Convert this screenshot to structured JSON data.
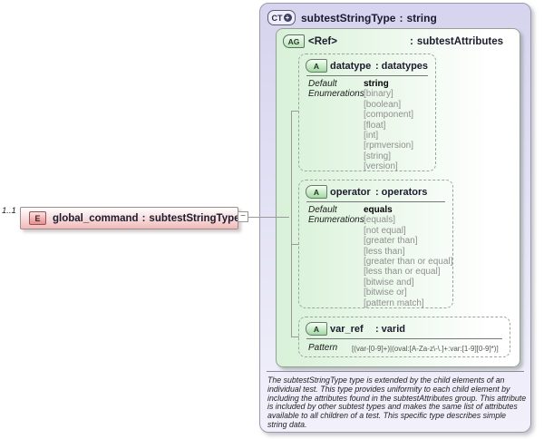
{
  "colon_separator": ":",
  "element": {
    "cardinality": "1..1",
    "icon": "E",
    "name": "global_command",
    "type": "subtestStringType",
    "collapse_glyph": "−"
  },
  "complex_type": {
    "icon": "CT",
    "plus_glyph": "+",
    "name": "subtestStringType",
    "base_type": "string",
    "attribute_group": {
      "icon": "AG",
      "name": "<Ref>",
      "type": "subtestAttributes",
      "attributes": [
        {
          "icon": "A",
          "name": "datatype",
          "type": "datatypes",
          "facets": {
            "default_label": "Default",
            "default_value": "string",
            "enumerations_label": "Enumerations",
            "enumerations": [
              "[binary]",
              "[boolean]",
              "[component]",
              "[float]",
              "[int]",
              "[rpmversion]",
              "[string]",
              "[version]"
            ]
          }
        },
        {
          "icon": "A",
          "name": "operator",
          "type": "operators",
          "facets": {
            "default_label": "Default",
            "default_value": "equals",
            "enumerations_label": "Enumerations",
            "enumerations": [
              "[equals]",
              "[not equal]",
              "[greater than]",
              "[less than]",
              "[greater than or equal]",
              "[less than or equal]",
              "[bitwise and]",
              "[bitwise or]",
              "[pattern match]"
            ]
          }
        },
        {
          "icon": "A",
          "name": "var_ref",
          "type": "varid",
          "facets": {
            "pattern_label": "Pattern",
            "pattern_value": "[(var-[0-9]+)|(oval:[A-Za-z\\-\\.]+:var:[1-9][0-9]*)]"
          }
        }
      ]
    },
    "annotation": "The subtestStringType type is extended by the child elements of an individual test.  This type provides uniformity to each child element by including the attributes found in the subtestAttributes group.  This attribute is included by other subtest types and makes the same list of attributes available to all children of a test.  This specific type describes simple string data."
  },
  "colors": {
    "element_fill": "#f1baba",
    "element_icon": "#ea8c8c",
    "complex_type_fill": "#d6d4ee",
    "attribute_group_fill": "#d8f1d8",
    "attribute_icon_fill": "#a2d8a2",
    "enumeration_text": "#8f8f8f",
    "connector_line": "#999999"
  }
}
